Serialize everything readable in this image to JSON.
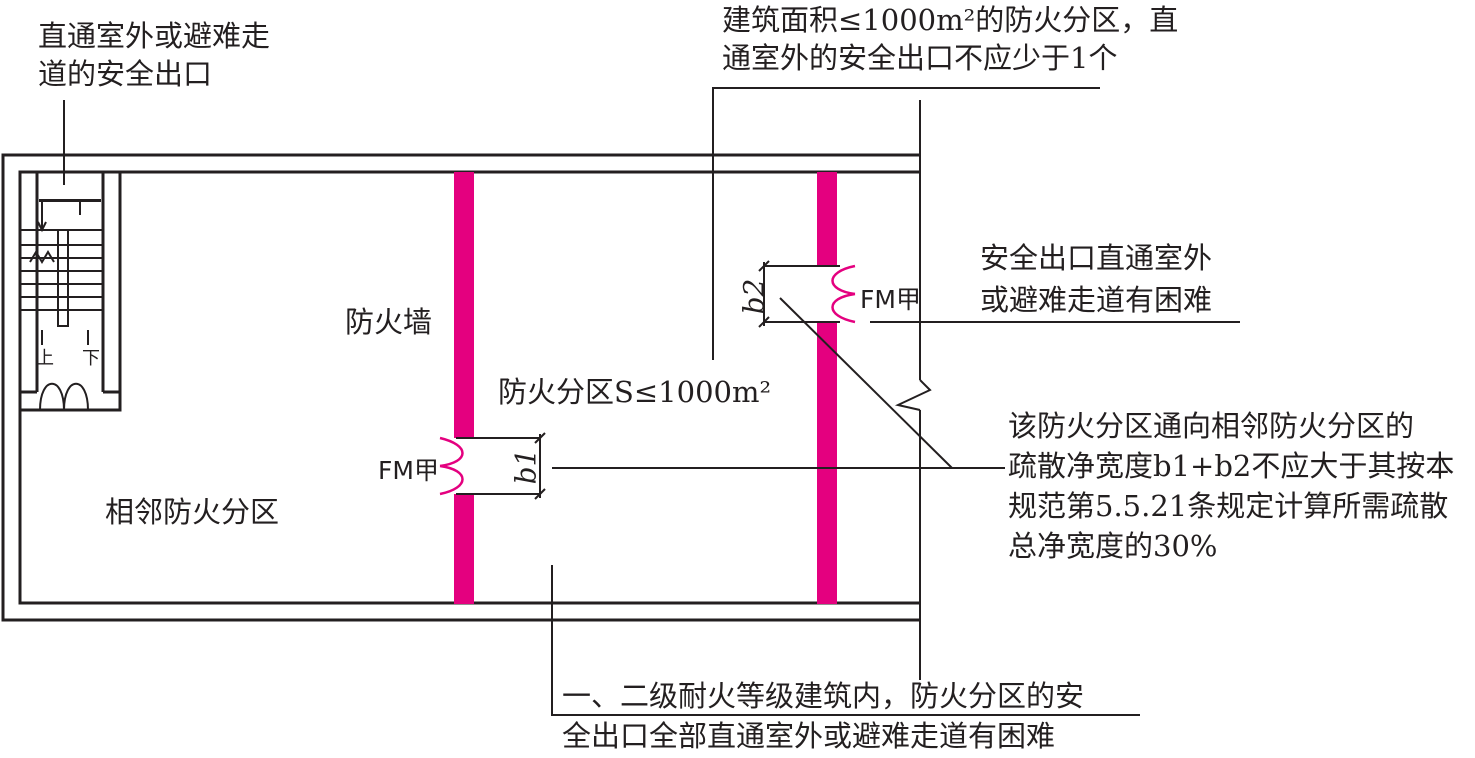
{
  "labels": {
    "stair_exit_line1": "直通室外或避难走",
    "stair_exit_line2": "道的安全出口",
    "top_note_line1": "建筑面积≤1000m²的防火分区，直",
    "top_note_line2": "通室外的安全出口不应少于1个",
    "right_note1_line1": "安全出口直通室外",
    "right_note1_line2": "或避难走道有困难",
    "firewall": "防火墙",
    "zone_area": "防火分区S≤1000m²",
    "adjacent_zone": "相邻防火分区",
    "door_left": "FM甲",
    "door_right": "FM甲",
    "width_b1": "b1",
    "width_b2": "b2",
    "stair_up": "上",
    "stair_down": "下",
    "right_note2_line1": "该防火分区通向相邻防火分区的",
    "right_note2_line2": "疏散净宽度b1+b2不应大于其按本",
    "right_note2_line3": "规范第5.5.21条规定计算所需疏散",
    "right_note2_line4": "总净宽度的30%",
    "bottom_note_line1": "一、二级耐火等级建筑内，防火分区的安",
    "bottom_note_line2": "全出口全部直通室外或避难走道有困难"
  },
  "colors": {
    "firewall": "#e4007f",
    "line": "#231f20"
  }
}
